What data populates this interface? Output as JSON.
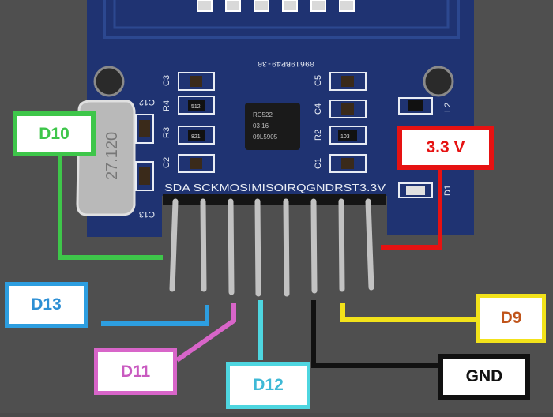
{
  "colors": {
    "table": "#4a4a4a",
    "board": "#1e3270",
    "board_light": "#2d4a94",
    "silkscreen": "#e8ecf4",
    "pin": "#bfbfbf",
    "header_plastic": "#111111"
  },
  "board": {
    "code": "09619BP49-30",
    "chip_text": [
      "RC522",
      "03 16",
      "09L5905"
    ],
    "silk_header": "SDA SCKMOSIMISOIRQGNDRST3.3V",
    "components": [
      "C3",
      "R4",
      "R3",
      "C2",
      "C5",
      "C4",
      "R2",
      "C1",
      "L2",
      "D1",
      "C12",
      "C13"
    ],
    "resistor_codes": [
      "512",
      "821",
      "103"
    ],
    "crystal_text": "27.120"
  },
  "labels": [
    {
      "id": "d10",
      "text": "D10",
      "color": "#3ec64a",
      "text_color": "#3ec64a"
    },
    {
      "id": "3v3",
      "text": "3.3 V",
      "color": "#e61212",
      "text_color": "#e61212"
    },
    {
      "id": "d13",
      "text": "D13",
      "color": "#2d9ee0",
      "text_color": "#2d8fd4"
    },
    {
      "id": "d11",
      "text": "D11",
      "color": "#d865c9",
      "text_color": "#c95ac0"
    },
    {
      "id": "d12",
      "text": "D12",
      "color": "#4ed6e0",
      "text_color": "#3fb9d6"
    },
    {
      "id": "d9",
      "text": "D9",
      "color": "#f2e21a",
      "text_color": "#c0541a"
    },
    {
      "id": "gnd",
      "text": "GND",
      "color": "#111111",
      "text_color": "#111111"
    }
  ]
}
